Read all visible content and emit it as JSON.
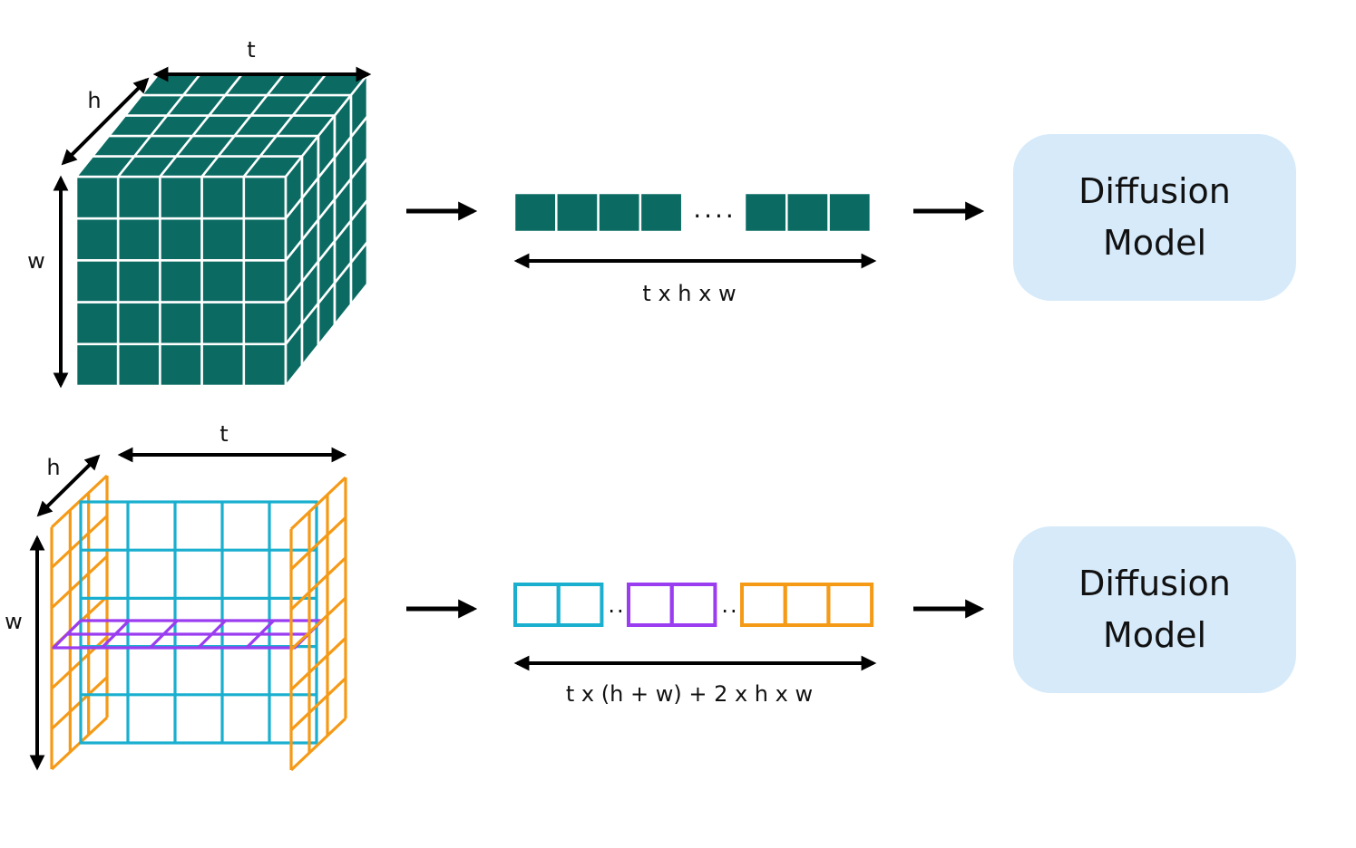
{
  "colors": {
    "teal": "#0b6b63",
    "cyan": "#1aafcf",
    "purple": "#9a3cf0",
    "orange": "#f59a17",
    "model_bg": "#d6eafa",
    "arrow": "#000000"
  },
  "top": {
    "cube": {
      "label_t": "t",
      "label_h": "h",
      "label_w": "w"
    },
    "sequence": {
      "left_cells": 4,
      "right_cells": 3,
      "ellipsis": "....",
      "length_label": "t x h x w"
    },
    "model": {
      "line1": "Diffusion",
      "line2": "Model"
    }
  },
  "bottom": {
    "planes": {
      "label_t": "t",
      "label_h": "h",
      "label_w": "w"
    },
    "sequence": {
      "groups": [
        {
          "color": "cyan",
          "cells": 2
        },
        {
          "color": "purple",
          "cells": 2
        },
        {
          "color": "orange",
          "cells": 3
        }
      ],
      "ellipsis": "..",
      "length_label": "t x (h + w) + 2 x h x w"
    },
    "model": {
      "line1": "Diffusion",
      "line2": "Model"
    }
  }
}
